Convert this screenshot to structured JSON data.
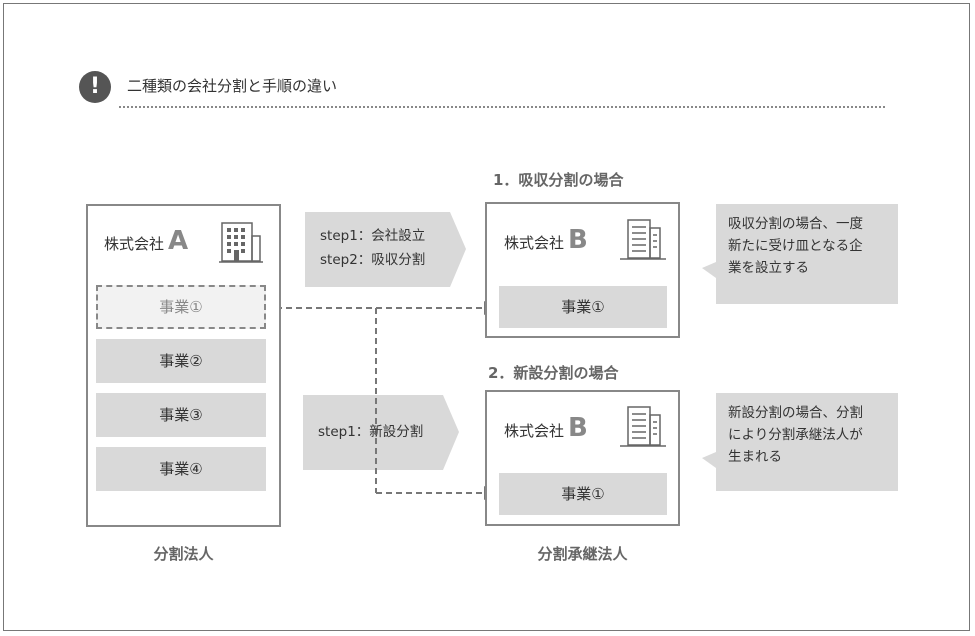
{
  "heading": {
    "icon": "alert-icon",
    "icon_glyph": "!",
    "text": "二種類の会社分割と手順の違い"
  },
  "left": {
    "company_name": "株式会社",
    "company_letter": "A",
    "businesses": [
      "事業①",
      "事業②",
      "事業③",
      "事業④"
    ],
    "caption": "分割法人"
  },
  "section1": {
    "title": "1．吸収分割の場合",
    "steps": [
      "step1：会社設立",
      "step2：吸収分割"
    ],
    "company_name": "株式会社",
    "company_letter": "B",
    "business": "事業①",
    "note": [
      "吸収分割の場合、一度",
      "新たに受け皿となる企",
      "業を設立する"
    ]
  },
  "section2": {
    "title": "2．新設分割の場合",
    "steps": [
      "step1：新設分割"
    ],
    "company_name": "株式会社",
    "company_letter": "B",
    "business": "事業①",
    "note": [
      "新設分割の場合、分割",
      "により分割承継法人が",
      "生まれる"
    ],
    "caption": "分割承継法人"
  },
  "colors": {
    "box_border": "#888888",
    "fill": "#d9d9d9",
    "accent": "#555555"
  }
}
